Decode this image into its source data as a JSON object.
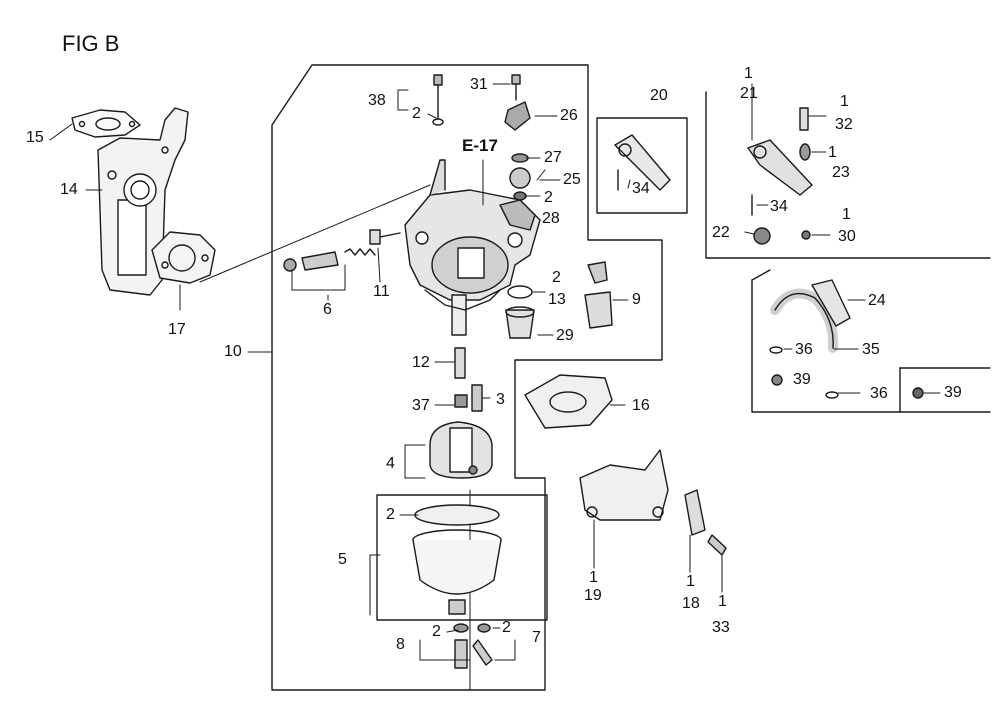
{
  "figure": {
    "title": "FIG B",
    "ref_label": "E-17"
  },
  "callouts": {
    "p1": "1",
    "p2": "2",
    "p3": "3",
    "p4": "4",
    "p5": "5",
    "p6": "6",
    "p7": "7",
    "p8": "8",
    "p9": "9",
    "p10": "10",
    "p11": "11",
    "p12": "12",
    "p13": "13",
    "p14": "14",
    "p15": "15",
    "p16": "16",
    "p17": "17",
    "p18": "18",
    "p19": "19",
    "p20": "20",
    "p21": "21",
    "p22": "22",
    "p23": "23",
    "p24": "24",
    "p25": "25",
    "p26": "26",
    "p27": "27",
    "p28": "28",
    "p29": "29",
    "p30": "30",
    "p31": "31",
    "p32": "32",
    "p33": "33",
    "p34": "34",
    "p35": "35",
    "p36": "36",
    "p37": "37",
    "p38": "38",
    "p39": "39"
  },
  "colors": {
    "line": "#1a1a1a",
    "fill_light": "#eeeeee",
    "fill_mid": "#cfcfcf",
    "fill_dark": "#8a8a8a"
  }
}
